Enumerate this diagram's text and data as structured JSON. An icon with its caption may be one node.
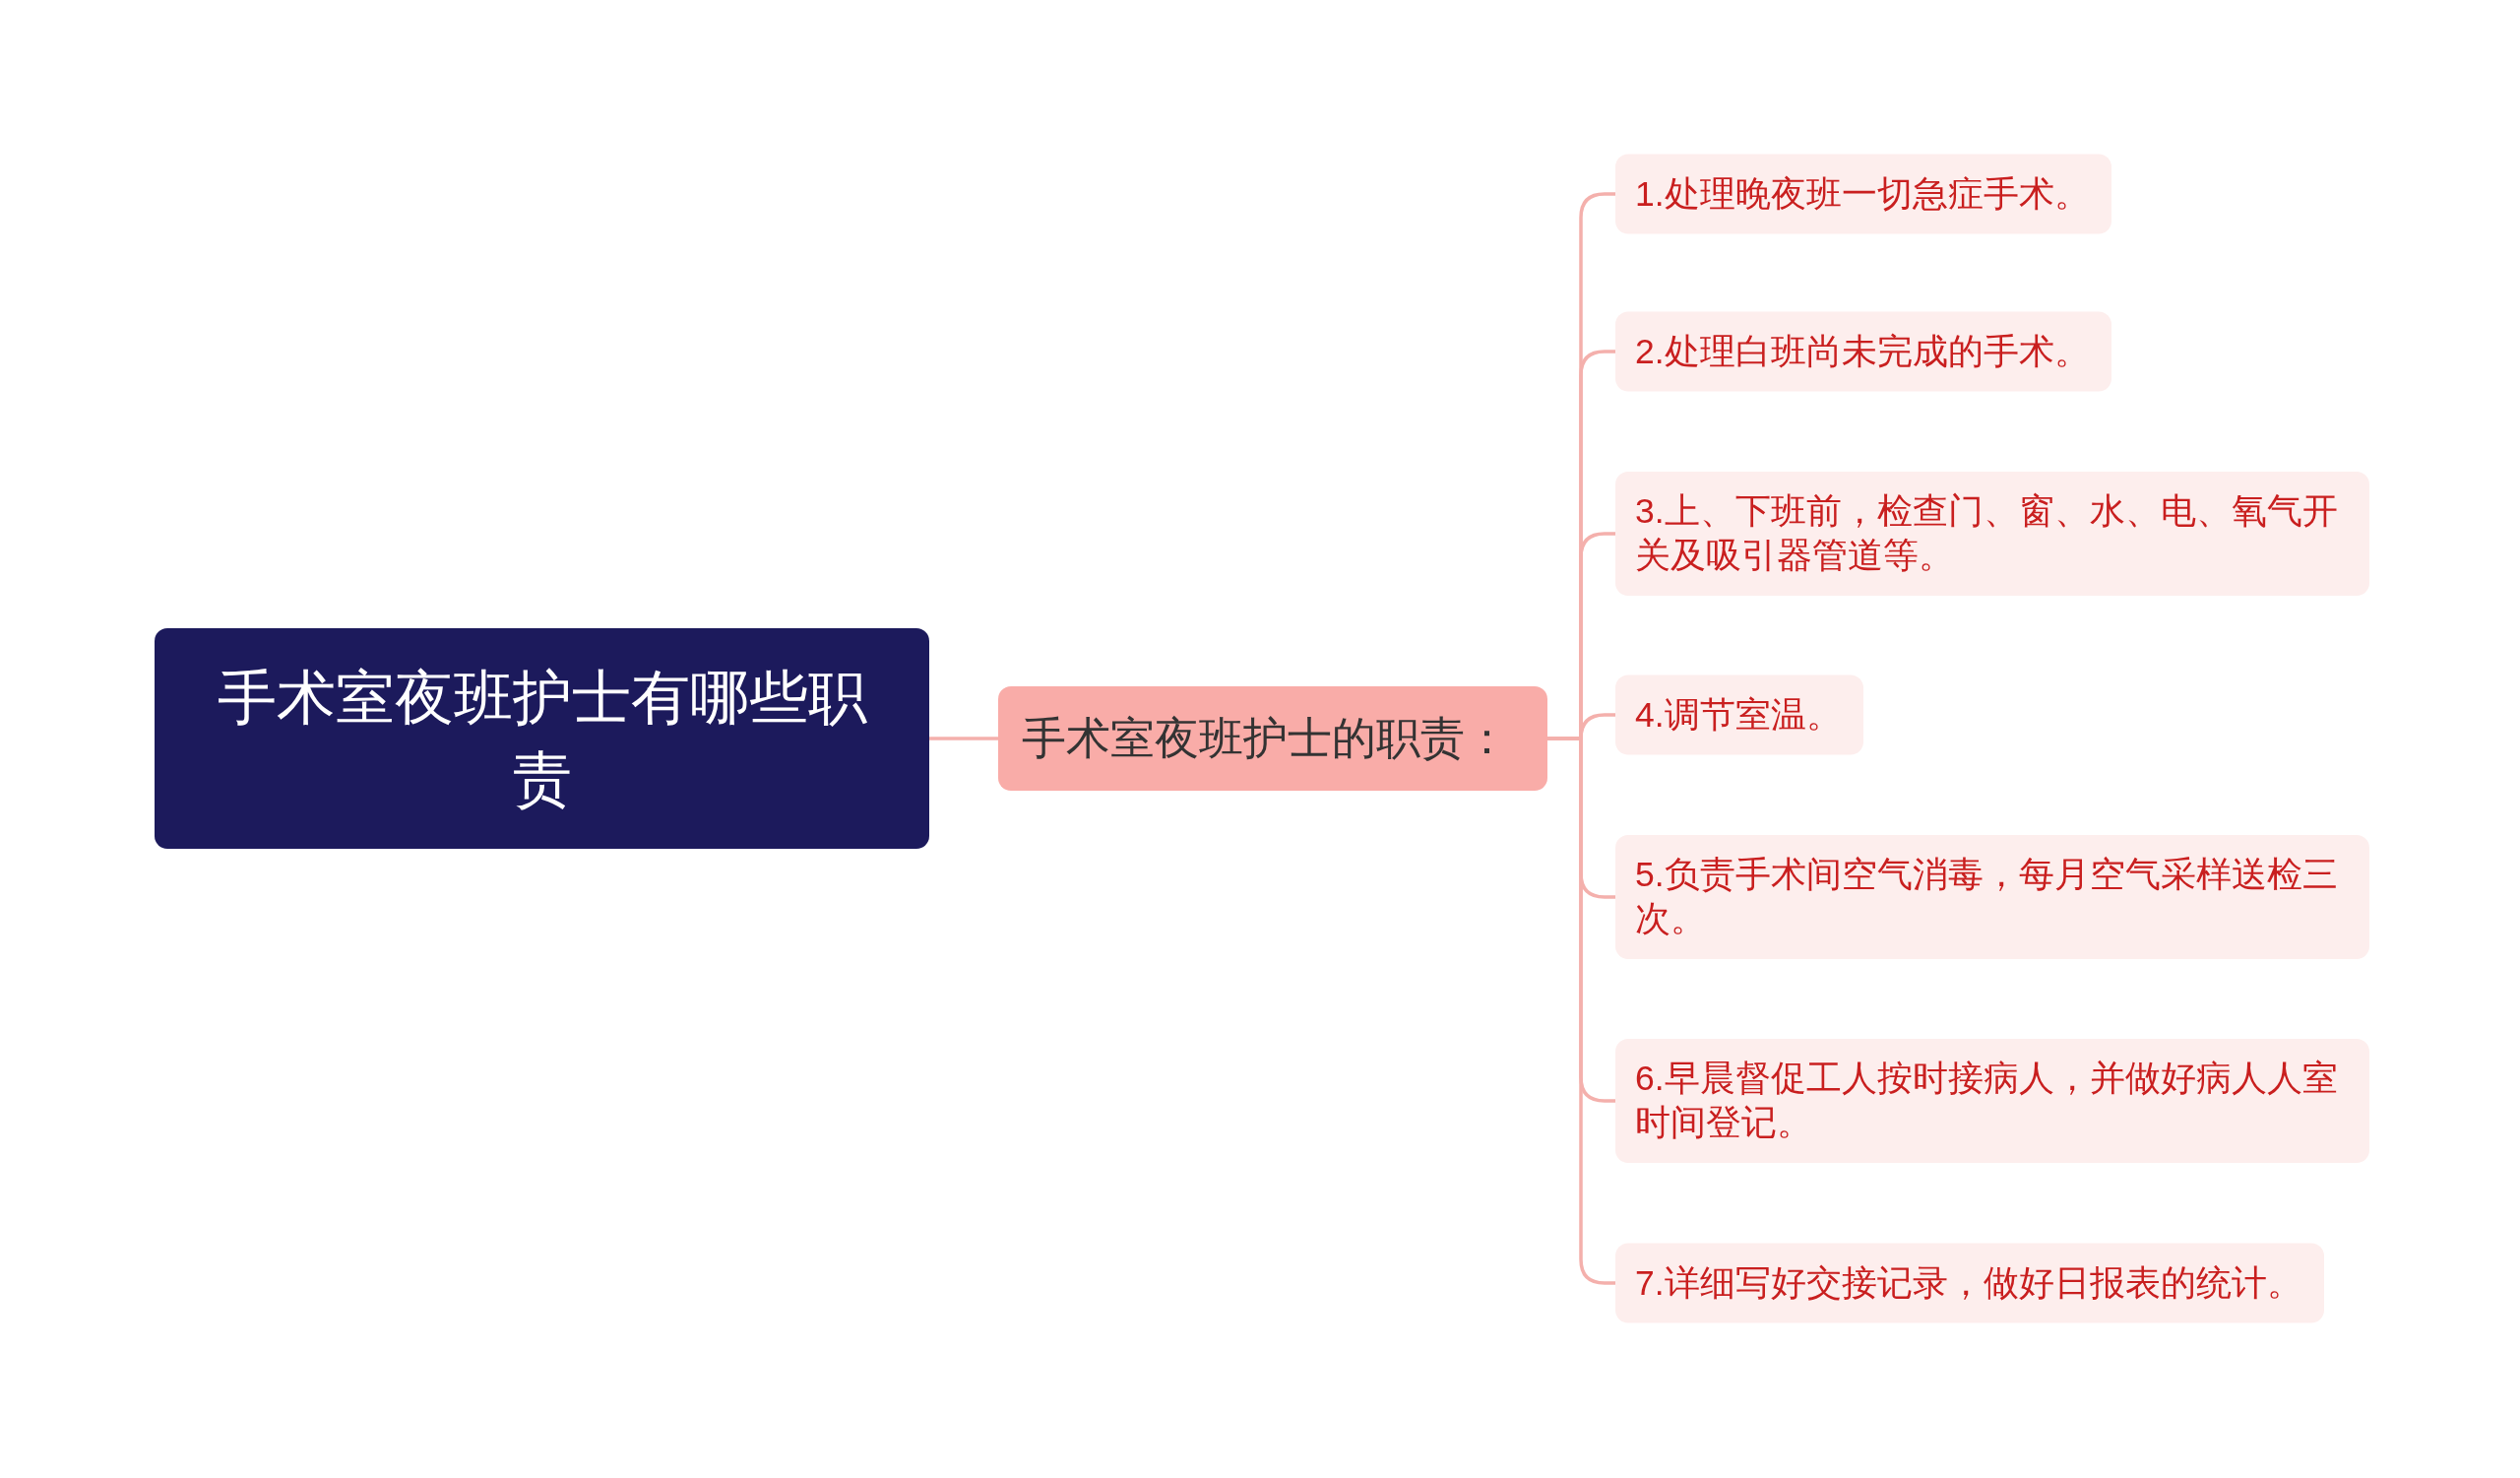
{
  "diagram": {
    "nodes": [
      {
        "text": [
          "手术室夜班护士有哪些职责"
        ]
      },
      {
        "text": [
          "手术室夜班护士的职责："
        ]
      },
      {
        "text": [
          "1.处理晚夜班一切急症手术。"
        ]
      },
      {
        "text": [
          "2.处理白班尚未完成的手术。"
        ]
      },
      {
        "text": [
          "3.上、下班前，检查门、窗、水、电、氧气开关及吸引器管道等。"
        ]
      },
      {
        "text": [
          "4.调节室温。"
        ]
      },
      {
        "text": [
          "5.负责手术间空气消毒，每月空气采样送检三次。"
        ]
      },
      {
        "text": [
          "6.早晨督促工人按时接病人，并做好病人人室时间登记。"
        ]
      },
      {
        "text": [
          "7.详细写好交接记录，做好日报表的统计。"
        ]
      }
    ],
    "edges": [
      {
        "from": 0,
        "to": 1,
        "arrow": "none"
      },
      {
        "from": 1,
        "to": 2,
        "arrow": "none"
      },
      {
        "from": 1,
        "to": 3,
        "arrow": "none"
      },
      {
        "from": 1,
        "to": 4,
        "arrow": "none"
      },
      {
        "from": 1,
        "to": 5,
        "arrow": "none"
      },
      {
        "from": 1,
        "to": 6,
        "arrow": "none"
      },
      {
        "from": 1,
        "to": 7,
        "arrow": "none"
      },
      {
        "from": 1,
        "to": 8,
        "arrow": "none"
      }
    ]
  }
}
